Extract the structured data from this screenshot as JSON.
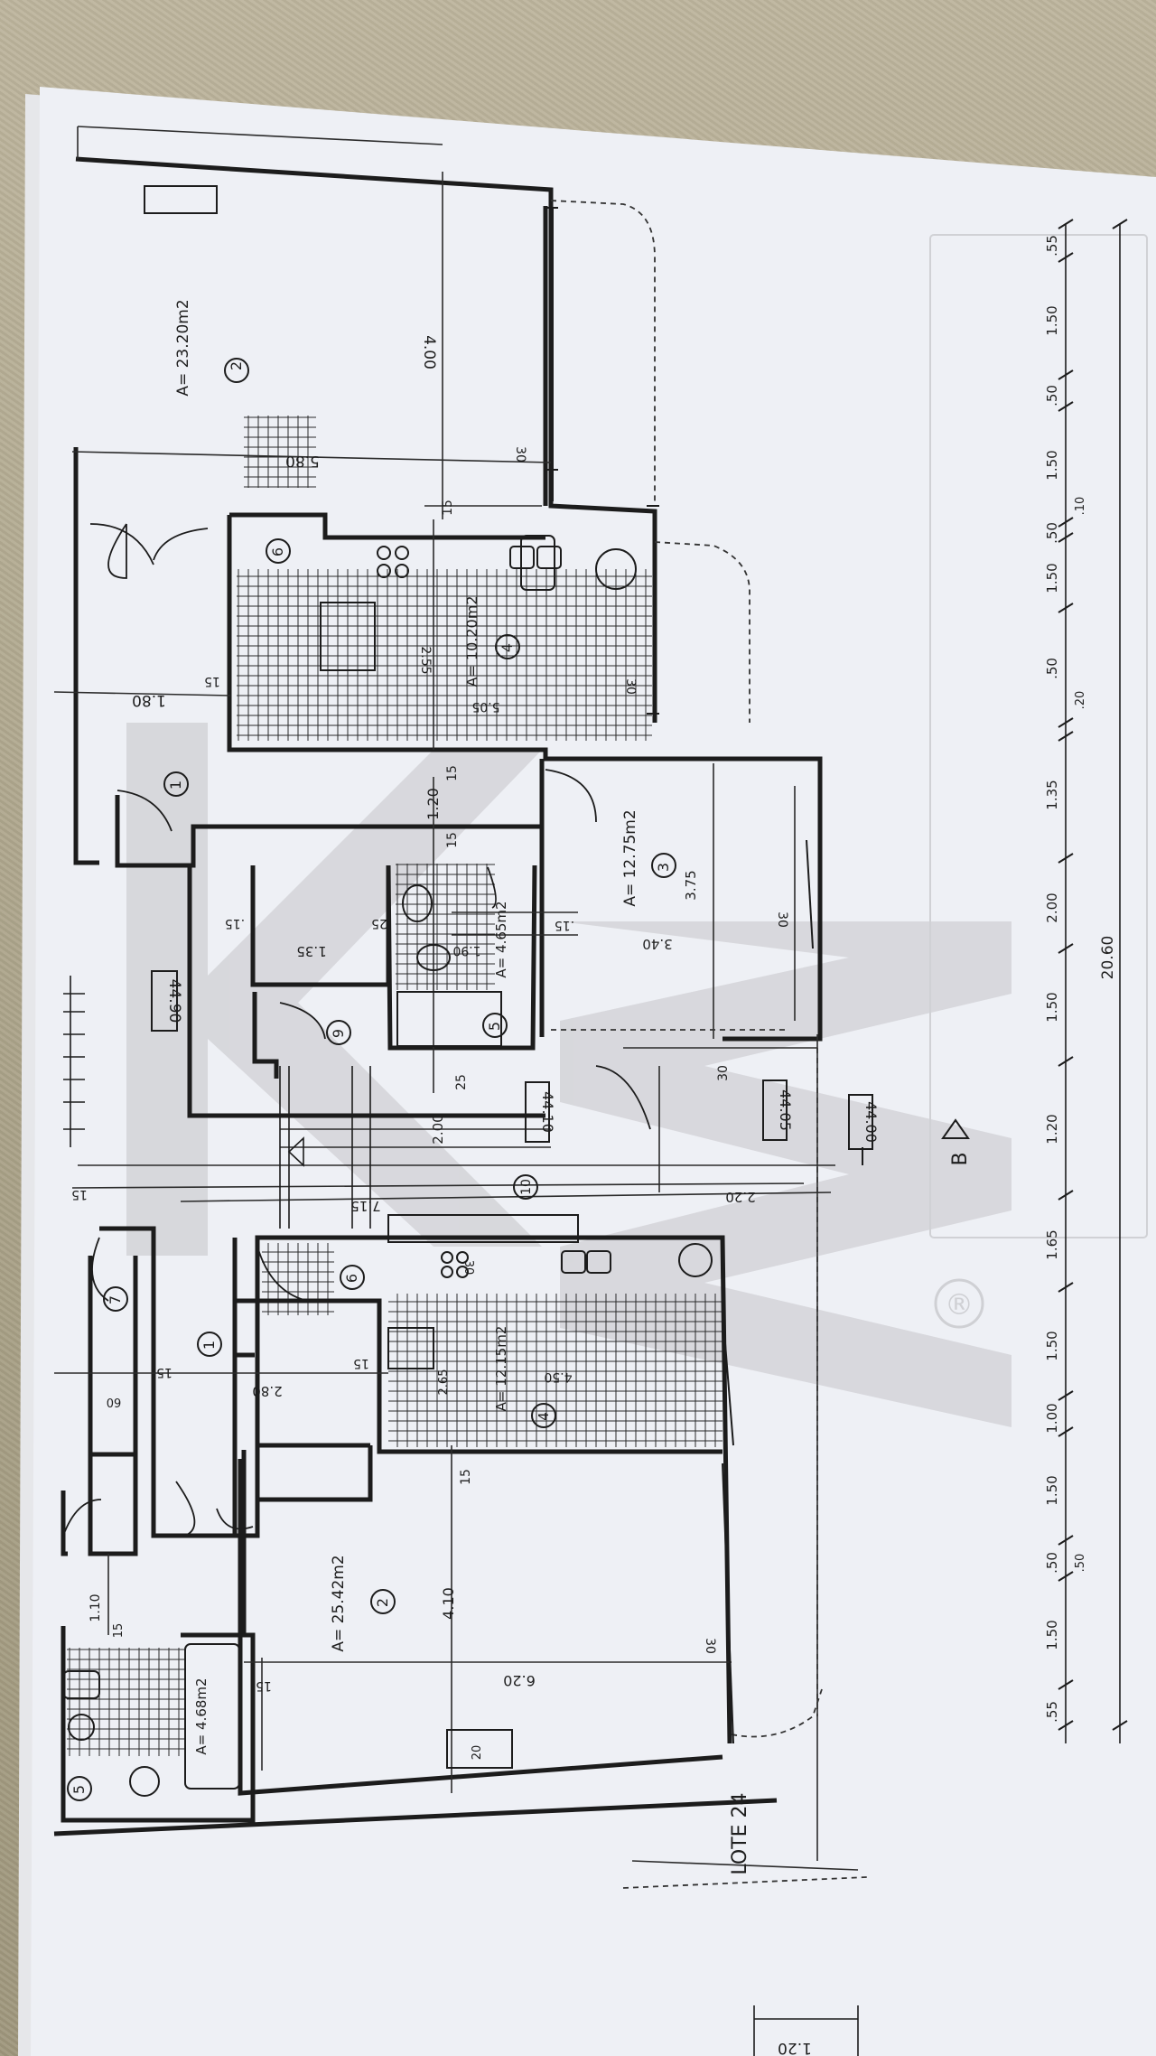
{
  "rooms": [
    {
      "number": "2",
      "area": "A= 23.20m2"
    },
    {
      "number": "6",
      "area": ""
    },
    {
      "number": "4",
      "area": "A= 10.20m2"
    },
    {
      "number": "1",
      "area": ""
    },
    {
      "number": "3",
      "area": "A= 12.75m2"
    },
    {
      "number": "5",
      "area": "A= 4.65m2"
    },
    {
      "number": "9",
      "area": ""
    },
    {
      "number": "10",
      "area": ""
    },
    {
      "number": "6",
      "area": ""
    },
    {
      "number": "7",
      "area": ""
    },
    {
      "number": "1",
      "area": ""
    },
    {
      "number": "4",
      "area": "A= 12.15m2"
    },
    {
      "number": "2",
      "area": "A= 25.42m2"
    },
    {
      "number": "5",
      "area": "A= 4.68m2"
    }
  ],
  "levels": [
    "44.90",
    "44.10",
    "44.05",
    "44.00"
  ],
  "interior_dimensions": [
    "4.00",
    "5.80",
    "30",
    "15",
    "1.80",
    "15",
    "2.55",
    "5.05",
    "30",
    "15",
    "1.20",
    "15",
    ".15",
    "25",
    "1.35",
    "1.90",
    "3.75",
    "3.40",
    ".15",
    "30",
    "30",
    "25",
    "2.00",
    "7.15",
    "15",
    "2.20",
    "60",
    "15",
    "2.80",
    "15",
    "2.65",
    "4.50",
    "30",
    "15",
    "1.10",
    "15",
    "4.10",
    "6.20",
    "15",
    "30",
    "20"
  ],
  "bottom_dimensions": [
    ".55",
    "1.50",
    ".50",
    "1.50",
    ".50",
    "1.50",
    ".50",
    "1.35",
    "2.00",
    "1.50",
    "1.20",
    "1.65",
    "1.50",
    "1.00",
    "1.50",
    ".50",
    "1.50",
    ".55"
  ],
  "bottom_small_marks": [
    ".20",
    ".10",
    ".50"
  ],
  "total_dimension": "20.60",
  "section_marker": "B",
  "lot_label": "LOTE 24",
  "corner_dimension": "1.20",
  "watermark_registered": "®"
}
